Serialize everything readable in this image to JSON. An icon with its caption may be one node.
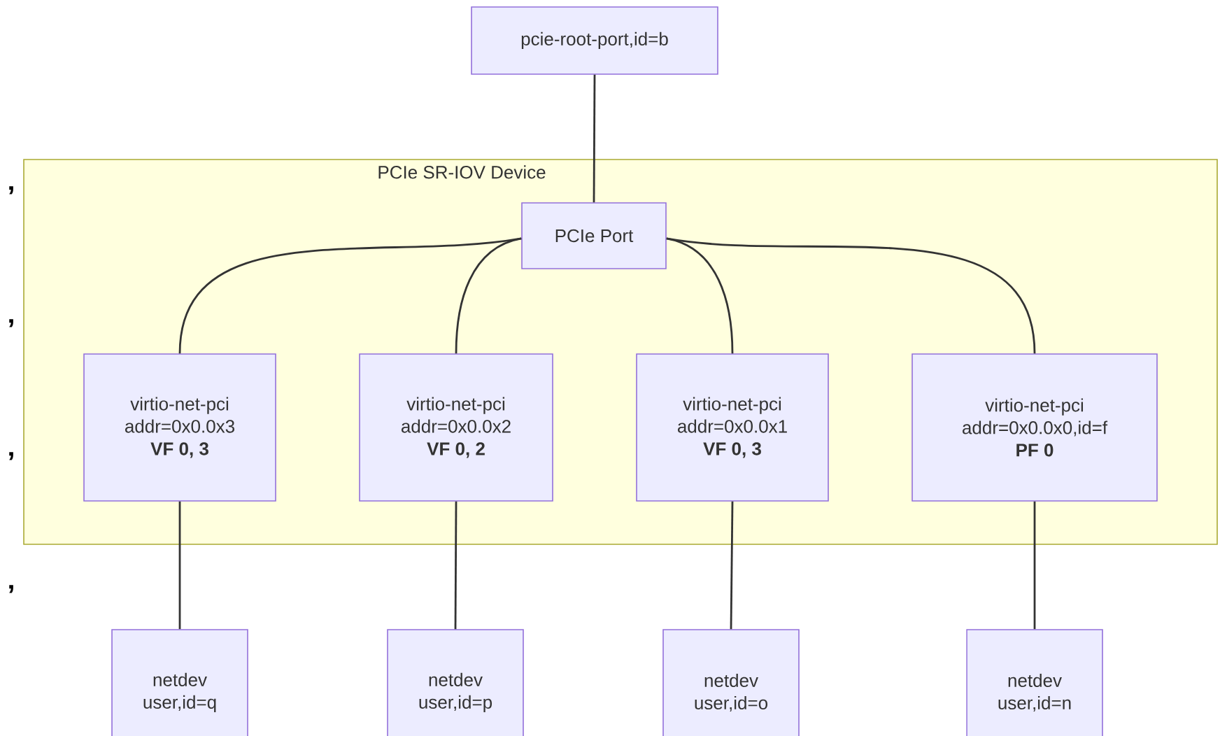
{
  "diagram": {
    "nodes": [
      {
        "text": [
          "pcie-root-port,id=b"
        ]
      },
      {
        "text": [
          "PCIe SR-IOV Device"
        ]
      },
      {
        "text": [
          "PCIe Port"
        ],
        "in": 1
      },
      {
        "text": [
          "virtio-net-pci",
          "addr=0x0.0x3",
          "VF 0, 3"
        ],
        "in": 1
      },
      {
        "text": [
          "virtio-net-pci",
          "addr=0x0.0x2",
          "VF 0, 2"
        ],
        "in": 1
      },
      {
        "text": [
          "virtio-net-pci",
          "addr=0x0.0x1",
          "VF 0, 3"
        ],
        "in": 1
      },
      {
        "text": [
          "virtio-net-pci",
          "addr=0x0.0x0,id=f",
          "PF 0"
        ],
        "in": 1
      },
      {
        "text": [
          "netdev",
          "user,id=q"
        ]
      },
      {
        "text": [
          "netdev",
          "user,id=p"
        ]
      },
      {
        "text": [
          "netdev",
          "user,id=o"
        ]
      },
      {
        "text": [
          "netdev",
          "user,id=n"
        ]
      }
    ],
    "edges": [
      {
        "from": 0,
        "to": 2,
        "arrow": "none"
      },
      {
        "from": 2,
        "to": 3,
        "arrow": "none"
      },
      {
        "from": 2,
        "to": 4,
        "arrow": "none"
      },
      {
        "from": 2,
        "to": 5,
        "arrow": "none"
      },
      {
        "from": 2,
        "to": 6,
        "arrow": "none"
      },
      {
        "from": 3,
        "to": 7,
        "arrow": "none"
      },
      {
        "from": 4,
        "to": 8,
        "arrow": "none"
      },
      {
        "from": 5,
        "to": 9,
        "arrow": "none"
      },
      {
        "from": 6,
        "to": 10,
        "arrow": "none"
      }
    ],
    "labels": [
      "’",
      "’",
      "’",
      "’"
    ]
  }
}
